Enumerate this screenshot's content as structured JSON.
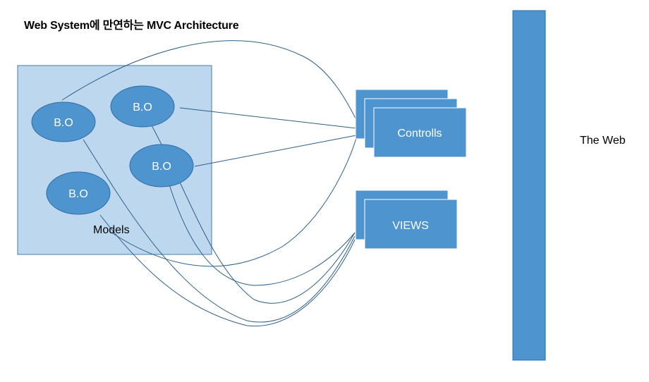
{
  "title": "Web System에 만연하는 MVC Architecture",
  "models": {
    "label": "Models",
    "objects": [
      {
        "label": "B.O"
      },
      {
        "label": "B.O"
      },
      {
        "label": "B.O"
      },
      {
        "label": "B.O"
      }
    ]
  },
  "controls": {
    "label": "Controlls"
  },
  "views": {
    "label": "VIEWS"
  },
  "web": {
    "label": "The Web"
  },
  "colors": {
    "models_fill": "#bdd7ee",
    "models_stroke": "#4a7ba8",
    "node_fill": "#4e94cf",
    "node_stroke": "#2e6ea8",
    "web_bar": "#4e94cf",
    "connector": "#2e5f8a"
  }
}
